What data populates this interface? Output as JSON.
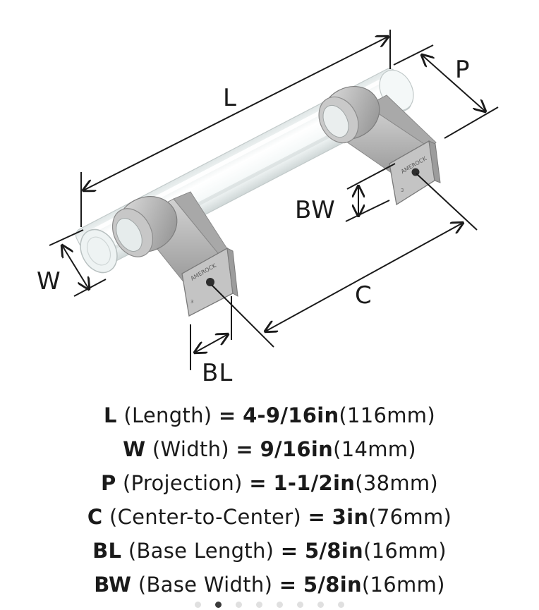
{
  "diagram": {
    "labels": {
      "L": "L",
      "P": "P",
      "W": "W",
      "BW": "BW",
      "C": "C",
      "BL": "BL"
    },
    "brand_mark": "AMEROCK",
    "part_number": "3"
  },
  "specs": [
    {
      "abbr": "L",
      "name": "(Length)",
      "eq": "=",
      "imperial": "4-9/16in",
      "metric": "(116mm)"
    },
    {
      "abbr": "W",
      "name": "(Width)",
      "eq": "=",
      "imperial": "9/16in",
      "metric": "(14mm)"
    },
    {
      "abbr": "P",
      "name": "(Projection)",
      "eq": "=",
      "imperial": "1-1/2in",
      "metric": "(38mm)"
    },
    {
      "abbr": "C",
      "name": "(Center-to-Center)",
      "eq": "=",
      "imperial": "3in",
      "metric": "(76mm)"
    },
    {
      "abbr": "BL",
      "name": "(Base Length)",
      "eq": "=",
      "imperial": "5/8in",
      "metric": "(16mm)"
    },
    {
      "abbr": "BW",
      "name": "(Base Width)",
      "eq": "=",
      "imperial": "5/8in",
      "metric": "(16mm)"
    }
  ],
  "carousel": {
    "count": 8,
    "active_index": 1
  },
  "colors": {
    "metal": "#b9b9b9",
    "metal_dark": "#8c8c8c",
    "acrylic": "#eef2f2",
    "ink": "#1a1a1a"
  }
}
